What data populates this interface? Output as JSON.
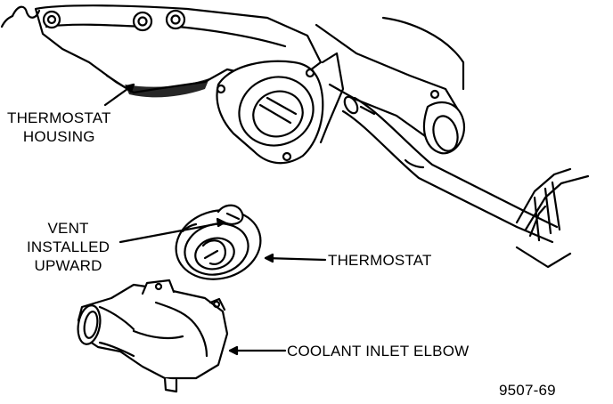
{
  "diagram": {
    "labels": {
      "thermostat_housing": [
        "THERMOSTAT",
        "HOUSING"
      ],
      "vent_installed_upward": [
        "VENT",
        "INSTALLED",
        "UPWARD"
      ],
      "thermostat": "THERMOSTAT",
      "coolant_inlet_elbow": "COOLANT INLET ELBOW"
    },
    "figure_number": "9507-69",
    "colors": {
      "ink": "#000000",
      "paper": "#ffffff"
    }
  }
}
